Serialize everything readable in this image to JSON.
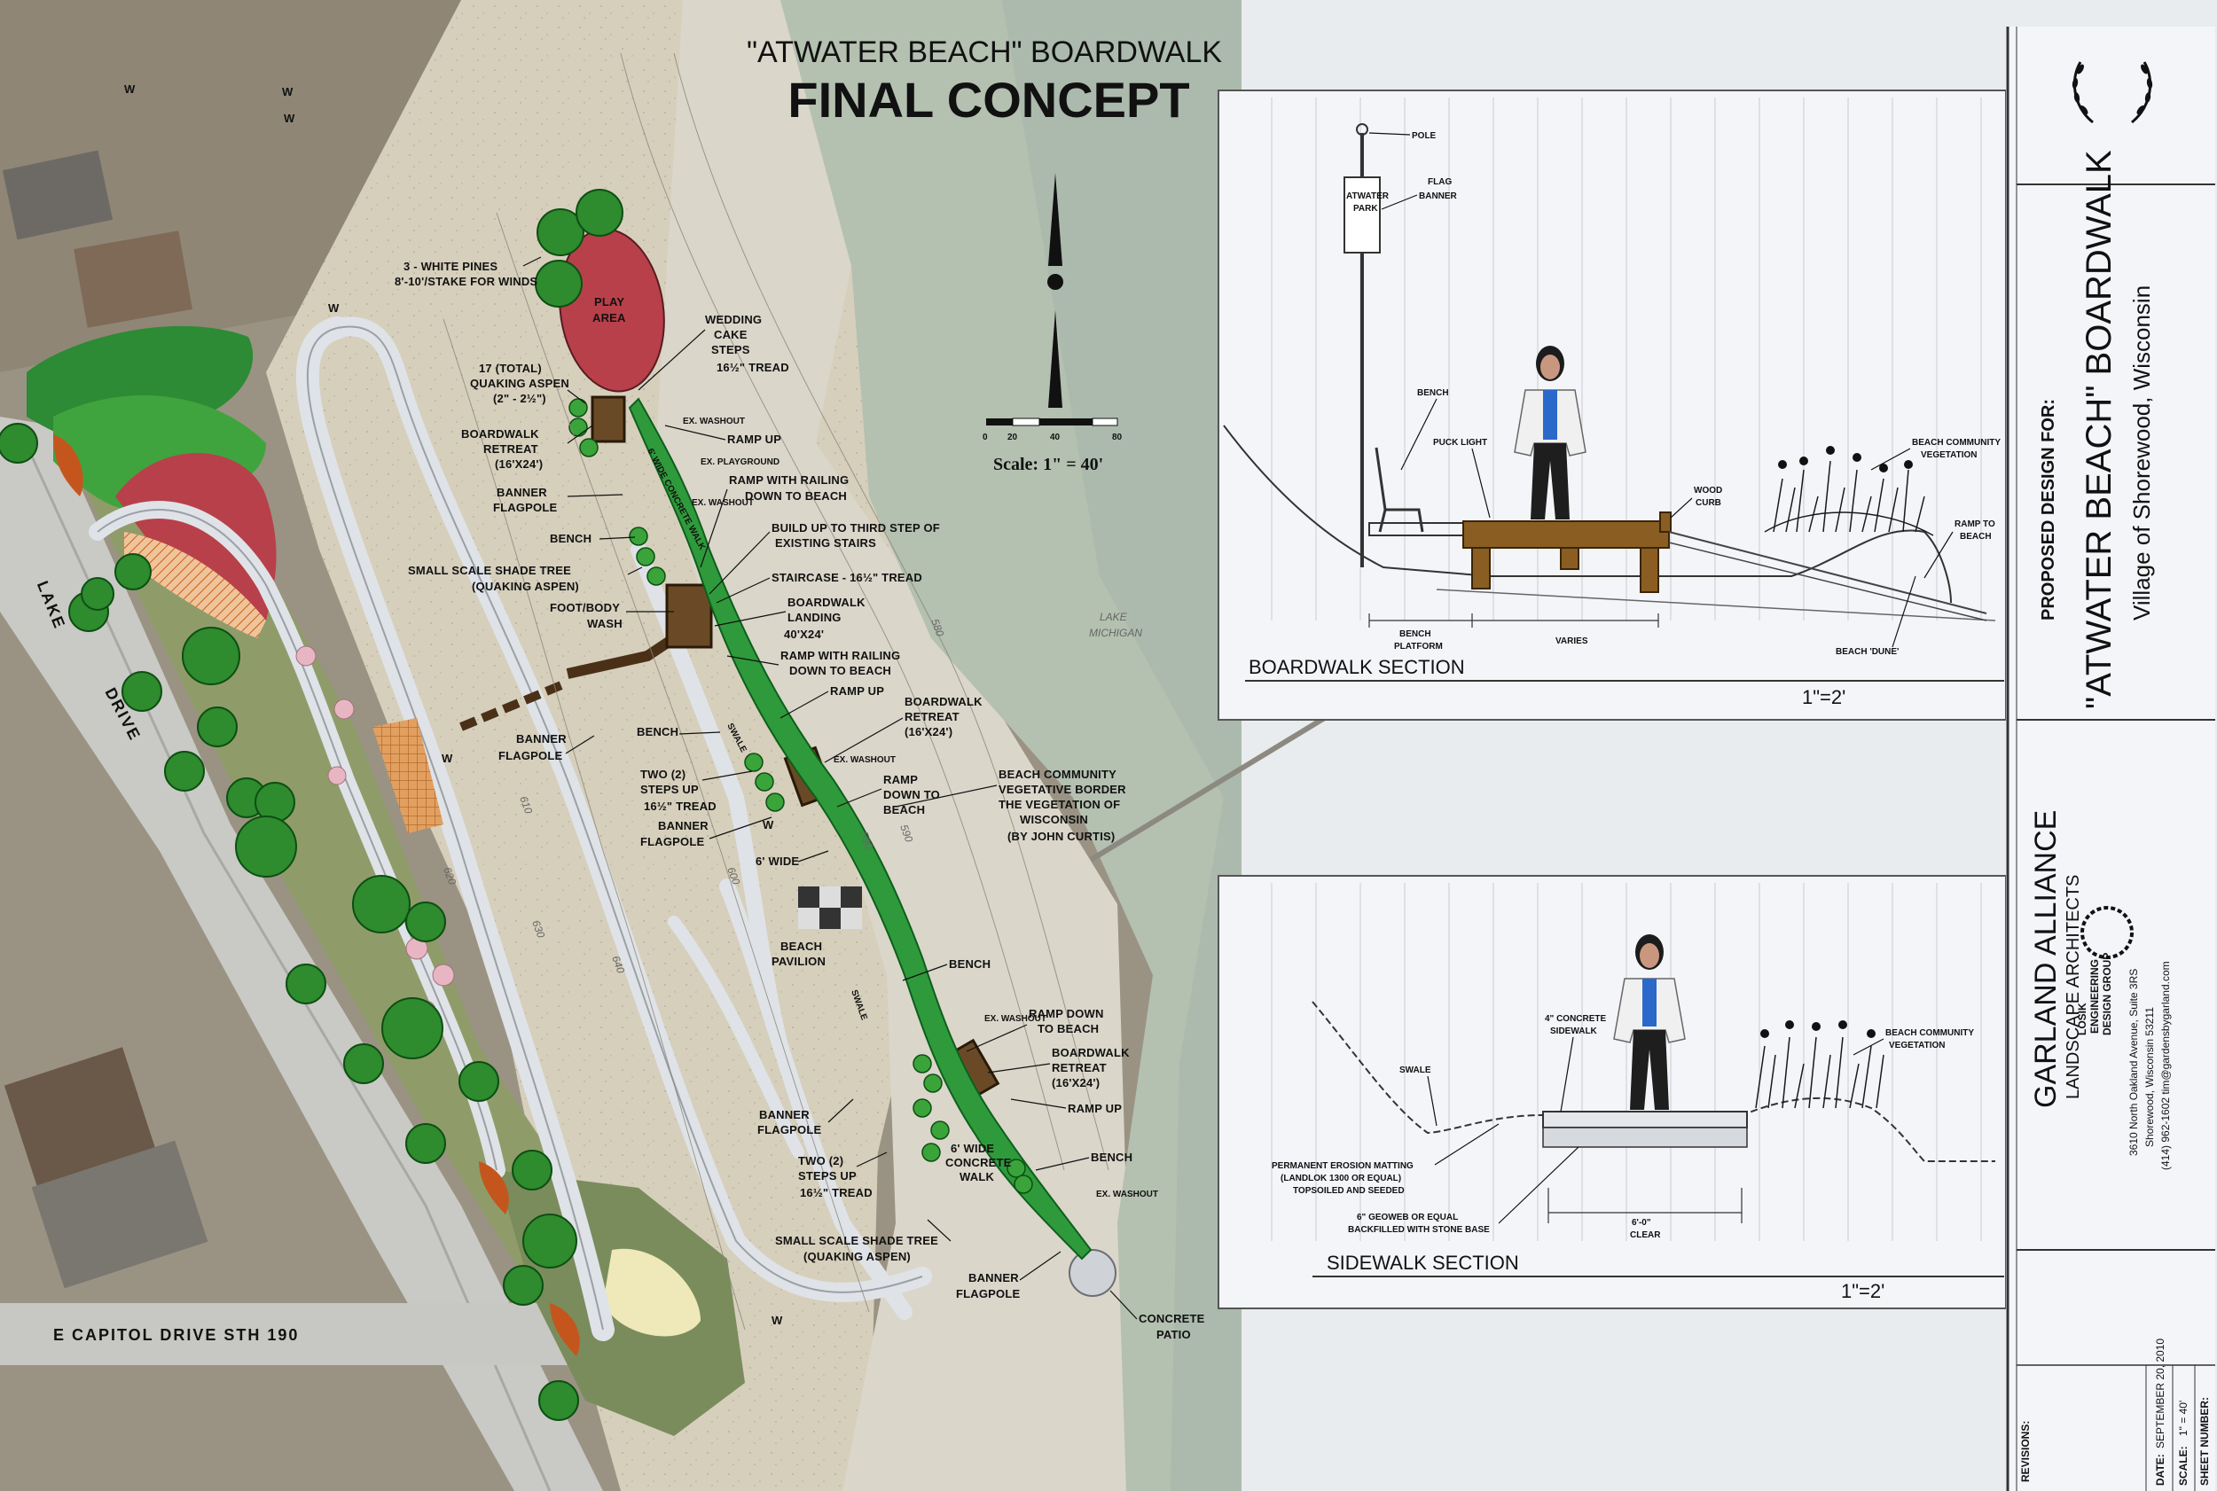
{
  "header": {
    "subtitle": "\"ATWATER BEACH\" BOARDWALK",
    "title": "FINAL CONCEPT"
  },
  "scale_bar": {
    "ticks": [
      "0",
      "20",
      "40",
      "80"
    ],
    "caption": "Scale: 1\" = 40'"
  },
  "streets": {
    "lake_drive_1": "LAKE",
    "lake_drive_2": "DRIVE",
    "capitol": "E CAPITOL  DRIVE  STH 190"
  },
  "water_label": {
    "line1": "LAKE",
    "line2": "MICHIGAN"
  },
  "contours": [
    "580",
    "590",
    "600",
    "610",
    "620",
    "630",
    "640",
    "590"
  ],
  "site_marks": {
    "w": "W"
  },
  "plan_labels": {
    "white_pines_1": "3 - WHITE PINES",
    "white_pines_2": "8'-10'/STAKE FOR WINDS",
    "play_area_1": "PLAY",
    "play_area_2": "AREA",
    "wedding_1": "WEDDING",
    "wedding_2": "CAKE",
    "wedding_3": "STEPS",
    "wedding_4": "16½\" TREAD",
    "aspen_1": "17 (TOTAL)",
    "aspen_2": "QUAKING ASPEN",
    "aspen_3": "(2\" - 2½\")",
    "retreat1_1": "BOARDWALK",
    "retreat1_2": "RETREAT",
    "retreat1_3": "(16'X24')",
    "banner1_1": "BANNER",
    "banner1_2": "FLAGPOLE",
    "ramp_up1": "RAMP UP",
    "ex_washout1": "EX. WASHOUT",
    "ex_playground": "EX. PLAYGROUND",
    "concrete_walk1": "6' WIDE CONCRETE WALK",
    "ramp_railing1_1": "RAMP WITH RAILING",
    "ramp_railing1_2": "DOWN TO BEACH",
    "bench1": "BENCH",
    "build_up_1": "BUILD UP TO THIRD STEP OF",
    "build_up_2": "EXISTING STAIRS",
    "shade_tree1_1": "SMALL SCALE SHADE TREE",
    "shade_tree1_2": "(QUAKING ASPEN)",
    "staircase": "STAIRCASE - 16½\" TREAD",
    "footbody_1": "FOOT/BODY",
    "footbody_2": "WASH",
    "landing_1": "BOARDWALK",
    "landing_2": "LANDING",
    "landing_3": "40'X24'",
    "ramp_railing2_1": "RAMP WITH RAILING",
    "ramp_railing2_2": "DOWN TO BEACH",
    "ramp_up2": "RAMP UP",
    "retreat2_1": "BOARDWALK",
    "retreat2_2": "RETREAT",
    "retreat2_3": "(16'X24')",
    "banner2_1": "BANNER",
    "banner2_2": "FLAGPOLE",
    "bench2": "BENCH",
    "swale1": "SWALE",
    "steps1_1": "TWO (2)",
    "steps1_2": "STEPS UP",
    "steps1_3": "16½\" TREAD",
    "banner3_1": "BANNER",
    "banner3_2": "FLAGPOLE",
    "ramp_down1_1": "RAMP",
    "ramp_down1_2": "DOWN TO",
    "ramp_down1_3": "BEACH",
    "border_1": "BEACH COMMUNITY",
    "border_2": "VEGETATIVE BORDER",
    "border_3": "THE VEGETATION OF",
    "border_4": "WISCONSIN",
    "border_5": "(BY JOHN CURTIS)",
    "six_wide": "6' WIDE",
    "pavilion_1": "BEACH",
    "pavilion_2": "PAVILION",
    "bench3": "BENCH",
    "swale2": "SWALE",
    "ex_washout2": "EX. WASHOUT",
    "ramp_down2_1": "RAMP DOWN",
    "ramp_down2_2": "TO BEACH",
    "retreat3_1": "BOARDWALK",
    "retreat3_2": "RETREAT",
    "retreat3_3": "(16'X24')",
    "ramp_up3": "RAMP UP",
    "banner4_1": "BANNER",
    "banner4_2": "FLAGPOLE",
    "concrete_walk2_1": "6' WIDE",
    "concrete_walk2_2": "CONCRETE",
    "concrete_walk2_3": "WALK",
    "bench4": "BENCH",
    "ex_washout3": "EX. WASHOUT",
    "steps2_1": "TWO (2)",
    "steps2_2": "STEPS UP",
    "steps2_3": "16½\" TREAD",
    "shade_tree2_1": "SMALL SCALE SHADE TREE",
    "shade_tree2_2": "(QUAKING ASPEN)",
    "banner5_1": "BANNER",
    "banner5_2": "FLAGPOLE",
    "patio_1": "CONCRETE",
    "patio_2": "PATIO"
  },
  "boardwalk_section": {
    "title": "BOARDWALK SECTION",
    "scale": "1\"=2'",
    "pole": "POLE",
    "flag_1": "FLAG",
    "flag_2": "BANNER",
    "flag_text_1": "ATWATER",
    "flag_text_2": "PARK",
    "bench": "BENCH",
    "puck_light": "PUCK LIGHT",
    "wood_1": "WOOD",
    "wood_2": "CURB",
    "veg_1": "BEACH COMMUNITY",
    "veg_2": "VEGETATION",
    "ramp_1": "RAMP TO",
    "ramp_2": "BEACH",
    "dune": "BEACH 'DUNE'",
    "bench_platform_1": "BENCH",
    "bench_platform_2": "PLATFORM",
    "varies": "VARIES"
  },
  "sidewalk_section": {
    "title": "SIDEWALK SECTION",
    "scale": "1\"=2'",
    "concrete_1": "4\" CONCRETE",
    "concrete_2": "SIDEWALK",
    "swale": "SWALE",
    "veg_1": "BEACH COMMUNITY",
    "veg_2": "VEGETATION",
    "matting_1": "PERMANENT EROSION MATTING",
    "matting_2": "(LANDLOK 1300 OR EQUAL)",
    "matting_3": "TOPSOILED AND SEEDED",
    "geoweb_1": "6\" GEOWEB OR EQUAL",
    "geoweb_2": "BACKFILLED WITH STONE BASE",
    "clear_1": "6'-0\"",
    "clear_2": "CLEAR"
  },
  "title_block": {
    "proposed": "PROPOSED DESIGN FOR:",
    "project": "\"ATWATER BEACH\" BOARDWALK",
    "village": "Village of Shorewood, Wisconsin",
    "firm": "GARLAND ALLIANCE",
    "firm_sub": "LANDSCAPE ARCHITECTS",
    "addr_1": "3610 North Oakland Avenue, Suite 3RS",
    "addr_2": "Shorewood, Wisconsin 53211",
    "addr_3": "(414) 962-1602   tim@gardensbygarland.com",
    "engineering_1": "LOSIK",
    "engineering_2": "ENGINEERING",
    "engineering_3": "DESIGN GROUP",
    "revisions": "REVISIONS:",
    "date_label": "DATE:",
    "date_value": "SEPTEMBER 20, 2010",
    "scale_label": "SCALE:",
    "scale_value": "1\" = 40'",
    "sheet_label": "SHEET NUMBER:"
  },
  "colors": {
    "play_area": "#b8404a",
    "boardwalk": "#5a3a1a",
    "vegetation": "#2d8a35",
    "sand": "#d9d3c1",
    "water": "#b8c4b4",
    "path": "#d7dbe0"
  }
}
